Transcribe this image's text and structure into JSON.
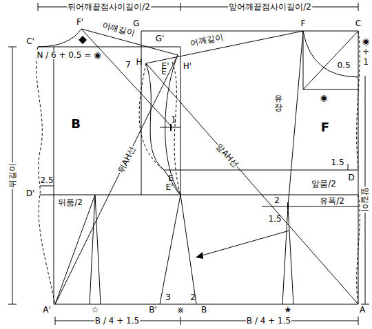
{
  "diagram": {
    "labels": [
      "뒤어깨끝점사이길이/2",
      "앞어깨끝점사이길이/2",
      "F'",
      "어깨길이",
      "G'",
      "C'",
      "N / 6 + 0.5 = ◉",
      "E'",
      "H'",
      "7",
      "B",
      "뒤AH선",
      "1",
      "2.5",
      "D'",
      "뒤품/2",
      "E'",
      "뒤길이",
      "A'",
      "☆",
      "B / 4 + 1.5",
      "B'",
      "3",
      "※",
      "2",
      "B",
      "G",
      "어깨길이",
      "F",
      "C",
      "◉",
      "+",
      "1",
      "H",
      "E",
      "0.5",
      "유장",
      "F",
      "◉",
      "앞AH선",
      "1.5",
      "D",
      "E",
      "앞품/2",
      "2",
      "1.5",
      "유폭/2",
      "앞길이",
      "A",
      "★",
      "B / 4 + 1.5"
    ]
  }
}
